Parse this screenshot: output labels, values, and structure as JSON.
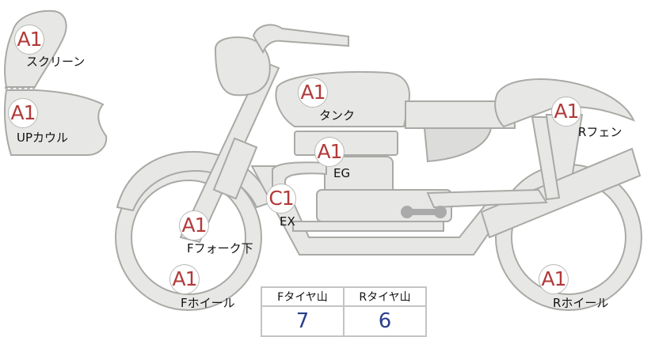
{
  "parts": [
    {
      "key": "screen",
      "grade": "A1",
      "label": "スクリーン"
    },
    {
      "key": "up-cowl",
      "grade": "A1",
      "label": "UPカウル"
    },
    {
      "key": "tank",
      "grade": "A1",
      "label": "タンク"
    },
    {
      "key": "engine",
      "grade": "A1",
      "label": "EG"
    },
    {
      "key": "exhaust",
      "grade": "C1",
      "label": "EX"
    },
    {
      "key": "front-fork",
      "grade": "A1",
      "label": "Fフォーク下"
    },
    {
      "key": "front-wheel",
      "grade": "A1",
      "label": "Fホイール"
    },
    {
      "key": "rear-fender",
      "grade": "A1",
      "label": "Rフェン"
    },
    {
      "key": "rear-wheel",
      "grade": "A1",
      "label": "Rホイール"
    }
  ],
  "tread_table": {
    "headers": [
      "Fタイヤ山",
      "Rタイヤ山"
    ],
    "values": [
      "7",
      "6"
    ]
  },
  "colors": {
    "grade_text": "#b23a3a",
    "tread_value": "#2a3f8c",
    "part_fill": "#e7e7e5",
    "part_stroke": "#a9a9a6"
  }
}
